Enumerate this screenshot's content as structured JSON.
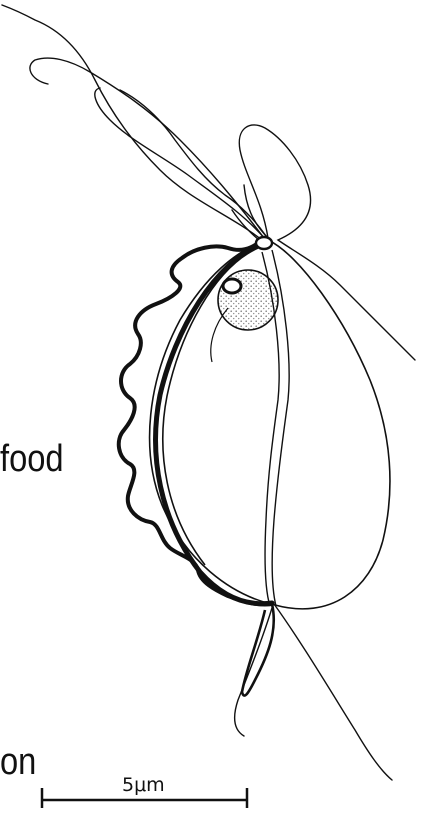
{
  "figure": {
    "label_cut_1": "food",
    "label_cut_2": "on",
    "scale_bar_label": "5μm",
    "ink_color": "#111111",
    "nucleus_color": "#9a9a9a"
  }
}
